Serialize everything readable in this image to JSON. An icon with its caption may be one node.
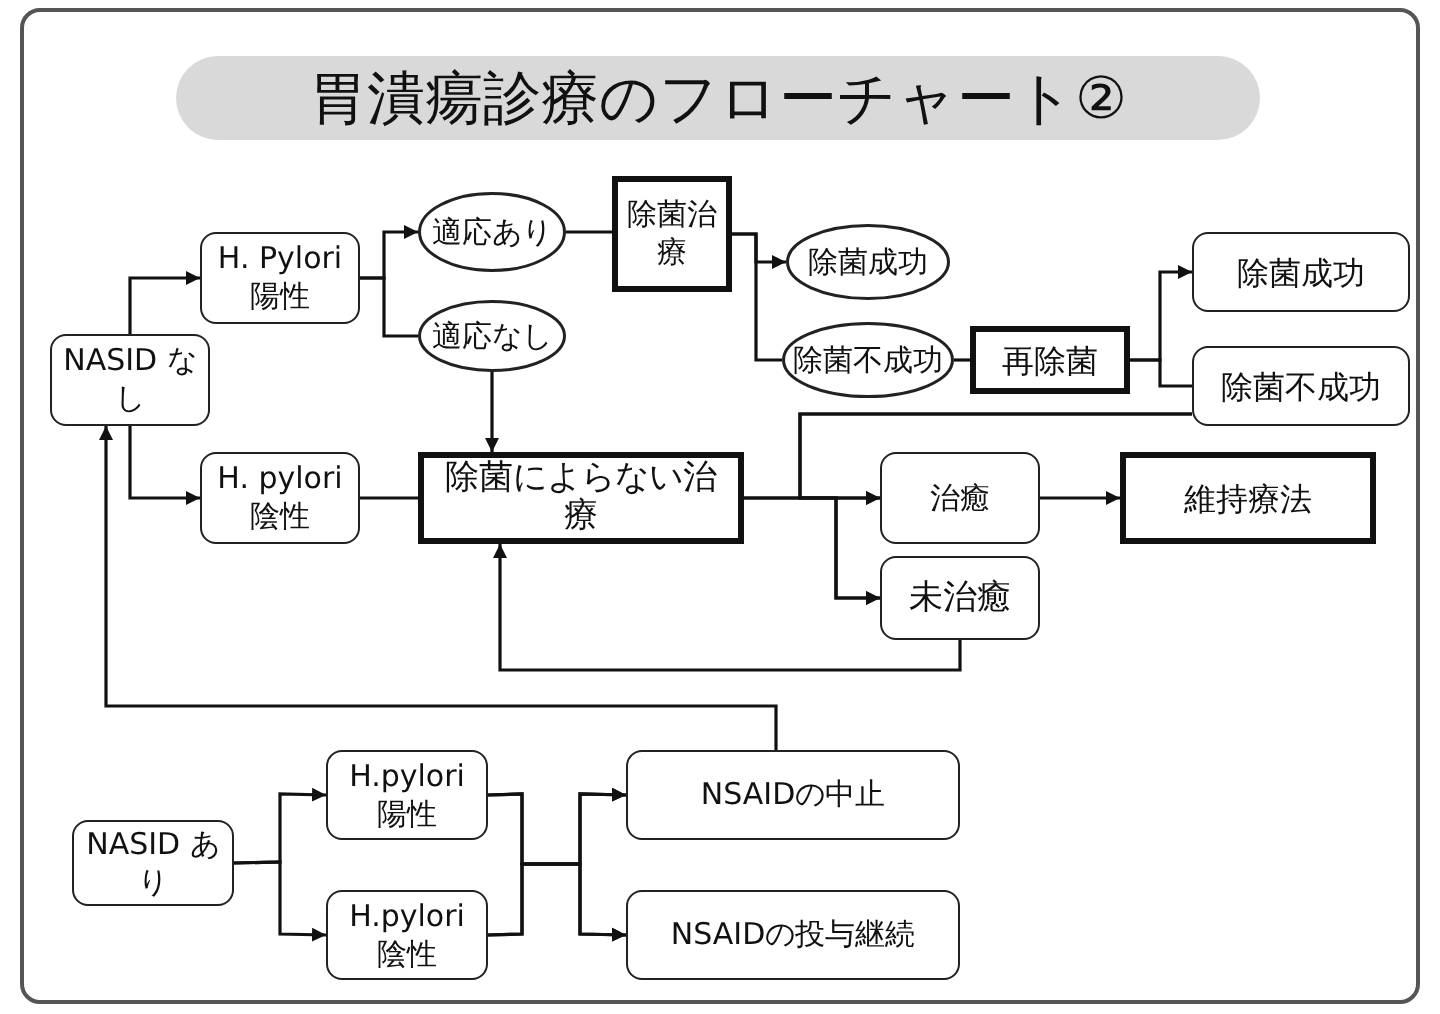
{
  "diagram": {
    "title": "胃潰瘍診療のフローチャート②",
    "nodes": [
      {
        "text": [
          "H. Pylori 陽性"
        ]
      },
      {
        "text": [
          "適応あり"
        ]
      },
      {
        "text": [
          "除菌治療"
        ]
      },
      {
        "text": [
          "除菌成功"
        ]
      },
      {
        "text": [
          "除菌不成功"
        ]
      },
      {
        "text": [
          "再除菌"
        ]
      },
      {
        "text": [
          "除菌成功"
        ]
      },
      {
        "text": [
          "除菌不成功"
        ]
      },
      {
        "text": [
          "適応なし"
        ]
      },
      {
        "text": [
          "NASID なし"
        ]
      },
      {
        "text": [
          "H. pylori 陰性"
        ]
      },
      {
        "text": [
          "除菌によらない治療"
        ]
      },
      {
        "text": [
          "治癒"
        ]
      },
      {
        "text": [
          "維持療法"
        ]
      },
      {
        "text": [
          "未治癒"
        ]
      },
      {
        "text": [
          "NASID あり"
        ]
      },
      {
        "text": [
          "H.pylori 陽性"
        ]
      },
      {
        "text": [
          "H.pylori 陰性"
        ]
      },
      {
        "text": [
          "NSAIDの中止"
        ]
      },
      {
        "text": [
          "NSAIDの投与継続"
        ]
      }
    ],
    "edges": [
      {
        "from": 9,
        "to": 0,
        "arrow": "to"
      },
      {
        "from": 9,
        "to": 10,
        "arrow": "to"
      },
      {
        "from": 0,
        "to": 1,
        "arrow": "to"
      },
      {
        "from": 0,
        "to": 8,
        "arrow": "none"
      },
      {
        "from": 1,
        "to": 2,
        "arrow": "none"
      },
      {
        "from": 2,
        "to": 3,
        "arrow": "to"
      },
      {
        "from": 2,
        "to": 4,
        "arrow": "none"
      },
      {
        "from": 4,
        "to": 5,
        "arrow": "none"
      },
      {
        "from": 5,
        "to": 6,
        "arrow": "to"
      },
      {
        "from": 5,
        "to": 7,
        "arrow": "none"
      },
      {
        "from": 8,
        "to": 11,
        "arrow": "to"
      },
      {
        "from": 10,
        "to": 11,
        "arrow": "none"
      },
      {
        "from": 11,
        "to": 12,
        "arrow": "to"
      },
      {
        "from": 11,
        "to": 14,
        "arrow": "to"
      },
      {
        "from": 14,
        "to": 11,
        "arrow": "to"
      },
      {
        "from": 12,
        "to": 13,
        "arrow": "to"
      },
      {
        "from": 7,
        "to": 12,
        "arrow": "to"
      },
      {
        "from": 7,
        "to": 14,
        "arrow": "to"
      },
      {
        "from": 18,
        "to": 9,
        "arrow": "to"
      },
      {
        "from": 15,
        "to": 16,
        "arrow": "to"
      },
      {
        "from": 15,
        "to": 17,
        "arrow": "to"
      },
      {
        "from": 16,
        "to": 18,
        "arrow": "to"
      },
      {
        "from": 16,
        "to": 19,
        "arrow": "to"
      },
      {
        "from": 17,
        "to": 18,
        "arrow": "to"
      },
      {
        "from": 17,
        "to": 19,
        "arrow": "to"
      }
    ]
  }
}
